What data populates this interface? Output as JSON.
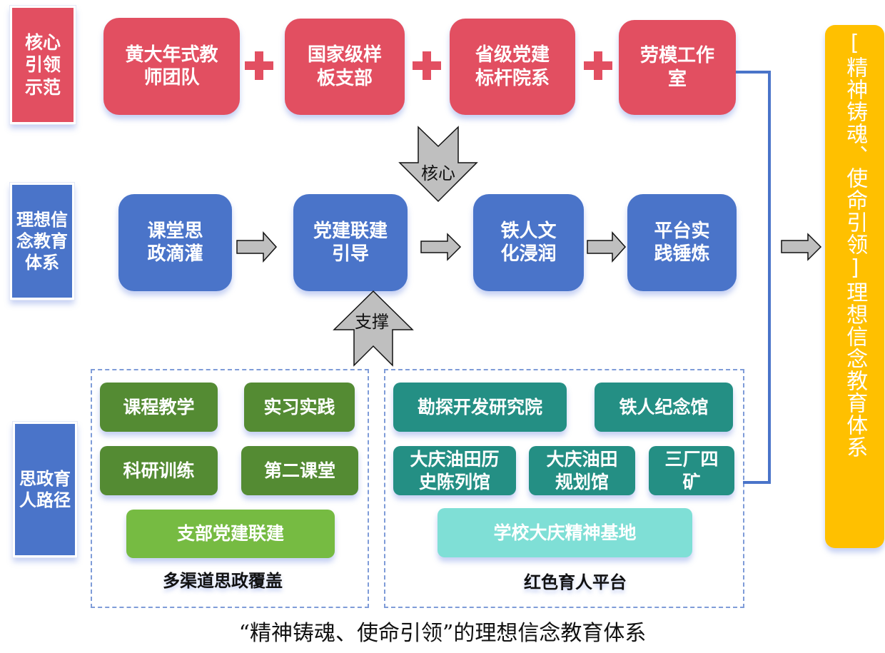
{
  "row_labels": {
    "core": "核心引领示范",
    "core_lines": [
      "核心",
      "引领",
      "示范"
    ],
    "ideal": "理想信念教育体系",
    "ideal_lines": [
      "理想信",
      "念教育",
      "体系"
    ],
    "path": "思政育人路径",
    "path_lines": [
      "思政育",
      "人路径"
    ]
  },
  "core_boxes": [
    {
      "lines": [
        "黄大年式教",
        "师团队"
      ]
    },
    {
      "lines": [
        "国家级样",
        "板支部"
      ]
    },
    {
      "lines": [
        "省级党建",
        "标杆院系"
      ]
    },
    {
      "lines": [
        "劳模工作",
        "室"
      ]
    }
  ],
  "connector_symbol": "plus-icon",
  "flow_boxes": [
    {
      "lines": [
        "课堂思",
        "政滴灌"
      ]
    },
    {
      "lines": [
        "党建联建",
        "引导"
      ]
    },
    {
      "lines": [
        "铁人文",
        "化浸润"
      ]
    },
    {
      "lines": [
        "平台实",
        "践锤炼"
      ]
    }
  ],
  "arrows": {
    "core_arrow_label": "核心",
    "support_arrow_label": "支撑"
  },
  "multi_channel": {
    "items": [
      "课程教学",
      "实习实践",
      "科研训练",
      "第二课堂"
    ],
    "highlight": "支部党建联建",
    "caption": "多渠道思政覆盖"
  },
  "red_platform": {
    "items": [
      {
        "lines": [
          "勘探开发研究院"
        ]
      },
      {
        "lines": [
          "铁人纪念馆"
        ]
      },
      {
        "lines": [
          "大庆油田历",
          "史陈列馆"
        ]
      },
      {
        "lines": [
          "大庆油田",
          "规划馆"
        ]
      },
      {
        "lines": [
          "三厂四",
          "矿"
        ]
      }
    ],
    "highlight": "学校大庆精神基地",
    "caption": "红色育人平台"
  },
  "result_box": "[精神铸魂、使命引领]理想信念教育体系",
  "footer_title": "“精神铸魂、使命引领”的理想信念教育体系",
  "colors": {
    "core_red": "#e24f61",
    "flow_blue": "#4a74c9",
    "dark_green": "#548b33",
    "light_green": "#76bb42",
    "teal": "#248f84",
    "mint": "#7fdfd6",
    "gold": "#ffc000",
    "arrow_gray": "#bfbfbf",
    "connector_blue": "#4a74c9"
  }
}
